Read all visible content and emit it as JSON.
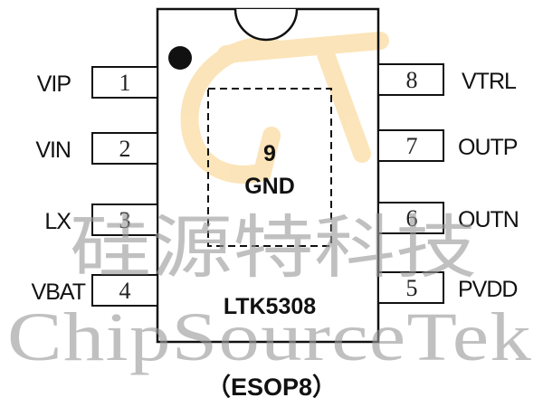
{
  "chip": {
    "part_number": "LTK5308",
    "package": "（ESOP8）",
    "thermal_pad": {
      "number": "9",
      "name": "GND"
    }
  },
  "pins_left": [
    {
      "number": "1",
      "name": "VIP"
    },
    {
      "number": "2",
      "name": "VIN"
    },
    {
      "number": "3",
      "name": "LX"
    },
    {
      "number": "4",
      "name": "VBAT"
    }
  ],
  "pins_right": [
    {
      "number": "8",
      "name": "VTRL"
    },
    {
      "number": "7",
      "name": "OUTP"
    },
    {
      "number": "6",
      "name": "OUTN"
    },
    {
      "number": "5",
      "name": "PVDD"
    }
  ],
  "watermark": {
    "chinese": "硅源特科技",
    "english": "ChipSourceTek"
  },
  "colors": {
    "outline": "#111111",
    "watermark_gray": "#9a9a9a",
    "logo_orange": "#f5b53a"
  }
}
